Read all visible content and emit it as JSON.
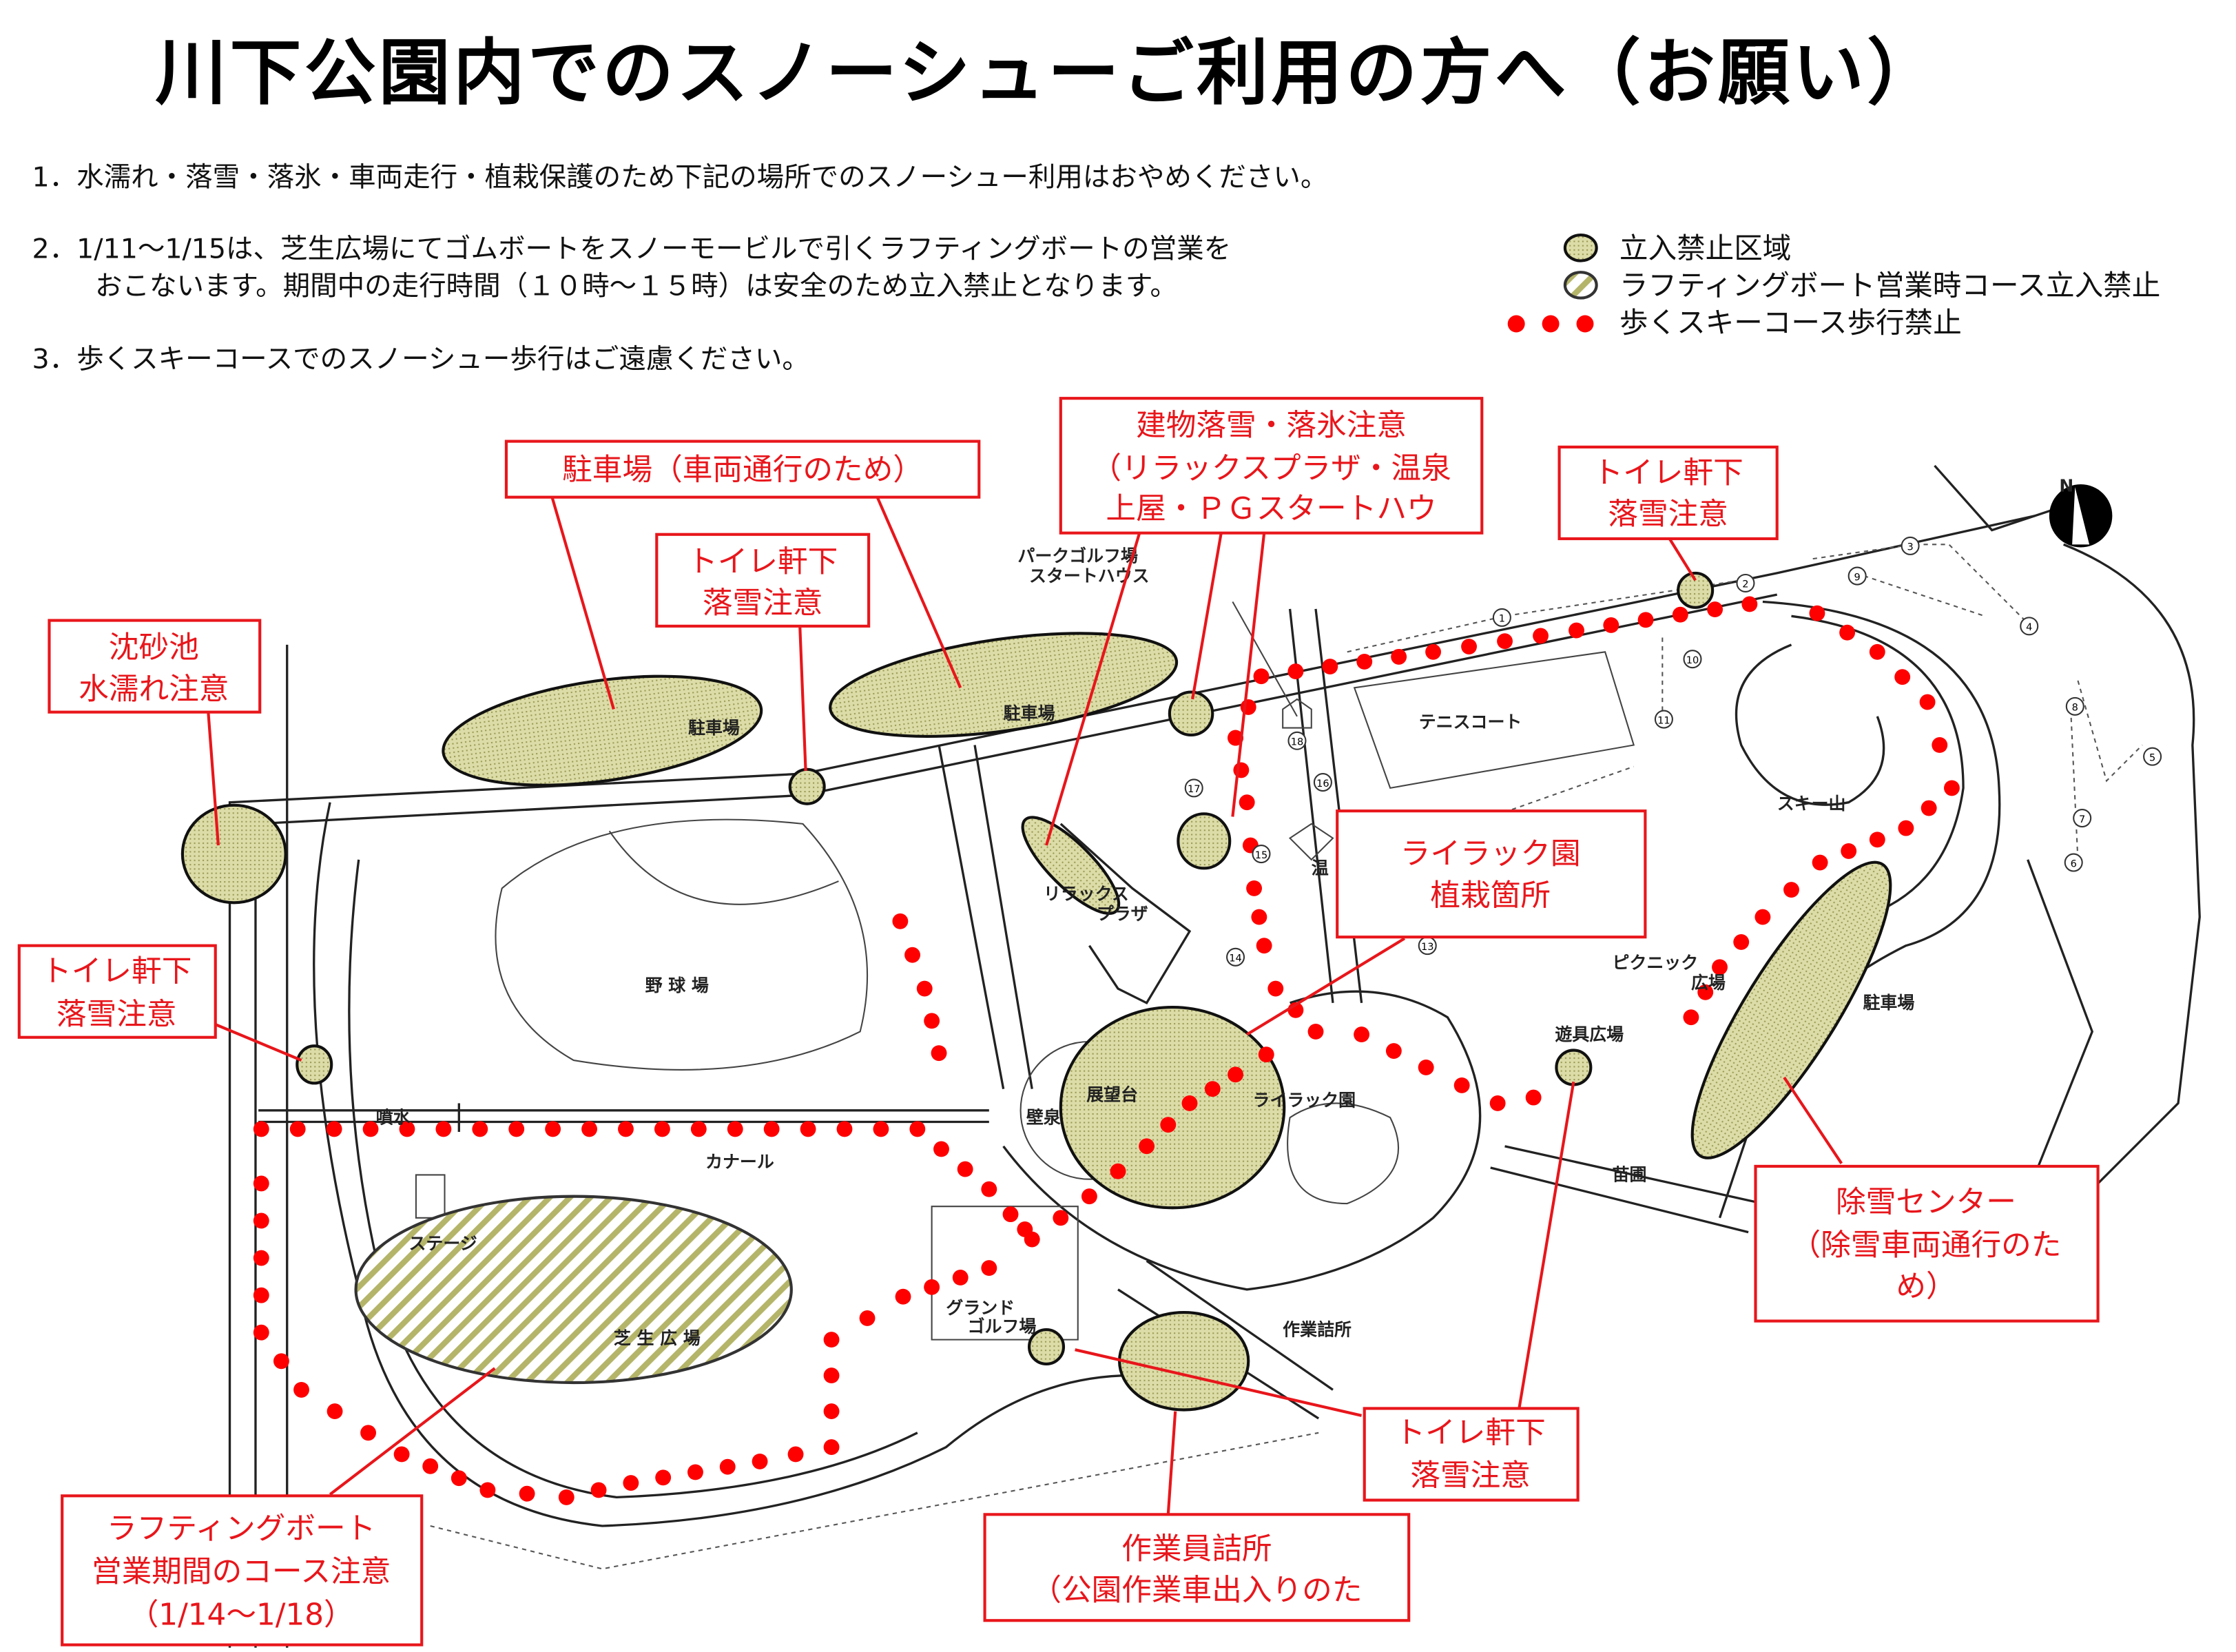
{
  "title": "川下公園内でのスノーシューご利用の方へ（お願い）",
  "notes": [
    "1．水濡れ・落雪・落氷・車両走行・植栽保護のため下記の場所でのスノーシュー利用はおやめください。",
    "2．1/11～1/15は、芝生広場にてゴムボートをスノーモービルで引くラフティングボートの営業を",
    "おこないます。期間中の走行時間（１０時～１５時）は安全のため立入禁止となります。",
    "3．歩くスキーコースでのスノーシュー歩行はご遠慮ください。"
  ],
  "legend": [
    {
      "icon": "dotted-ellipse-icon",
      "label": "立入禁止区域"
    },
    {
      "icon": "hatched-ellipse-icon",
      "label": "ラフティングボート営業時コース立入禁止"
    },
    {
      "icon": "red-dots-icon",
      "label": "歩くスキーコース歩行禁止"
    }
  ],
  "colors": {
    "callout": "#e8161b",
    "zone_fill": "#d8d8a0",
    "ski_course": "#ff0000",
    "hatch": "#b5b56a"
  },
  "callouts": {
    "parking": [
      "駐車場（車両通行のため）"
    ],
    "toilet_a": [
      "トイレ軒下",
      "落雪注意"
    ],
    "building": [
      "建物落雪・落氷注意",
      "（リラックスプラザ・温泉",
      "上屋・ＰＧスタートハウ"
    ],
    "toilet_ne": [
      "トイレ軒下",
      "落雪注意"
    ],
    "sand": [
      "沈砂池",
      "水濡れ注意"
    ],
    "toilet_w": [
      "トイレ軒下",
      "落雪注意"
    ],
    "lilac": [
      "ライラック園",
      "植栽箇所"
    ],
    "snow_center": [
      "除雪センター",
      "（除雪車両通行のた",
      "め）"
    ],
    "toilet_s": [
      "トイレ軒下",
      "落雪注意"
    ],
    "workers": [
      "作業員詰所",
      "（公園作業車出入りのた"
    ],
    "rafting": [
      "ラフティングボート",
      "営業期間のコース注意",
      "（1/14～1/18）"
    ]
  },
  "map_labels": {
    "pg_start": [
      "パークゴルフ場",
      "スタートハウス"
    ],
    "parking1": "駐車場",
    "parking2": "駐車場",
    "parking3": "駐車場",
    "tennis": "テニスコート",
    "ski_hill": "スキー山",
    "baseball": "野 球 場",
    "relax": [
      "リラックス",
      "プラザ"
    ],
    "onsen": "温",
    "picnic": [
      "ピクニック",
      "広場"
    ],
    "playground": "遊具広場",
    "lilac_garden": "ライラック園",
    "observatory": "展望台",
    "wall_fountain": "壁泉",
    "fountain": "噴水",
    "canal": "カナール",
    "nursery": "苗圃",
    "ground_golf": [
      "グランド",
      "ゴルフ場"
    ],
    "workers_station": "作業詰所",
    "lawn": "芝 生 広 場",
    "stage": "ステージ",
    "north": "N"
  },
  "course_numbers": [
    "1",
    "2",
    "3",
    "4",
    "5",
    "6",
    "7",
    "8",
    "9",
    "10",
    "11",
    "13",
    "14",
    "15",
    "16",
    "17",
    "18"
  ]
}
